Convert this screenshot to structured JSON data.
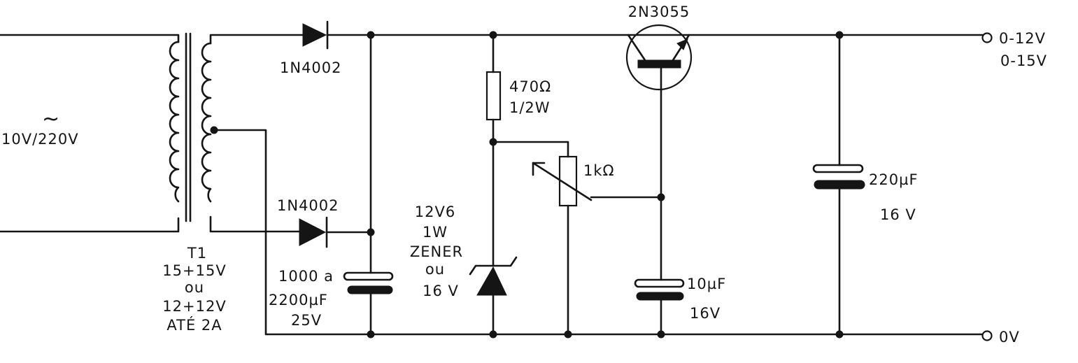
{
  "colors": {
    "ink": "#151515",
    "paper": "#ffffff"
  },
  "labels": {
    "source_symbol": "~",
    "source_voltage": "10V/220V",
    "transformer_name": "T1",
    "transformer_spec_1": "15+15V",
    "transformer_spec_2": "ou",
    "transformer_spec_3": "12+12V",
    "transformer_spec_4": "ATÉ 2A",
    "diode_top": "1N4002",
    "diode_bottom": "1N4002",
    "cap_main_1": "1000 a",
    "cap_main_2": "2200µF",
    "cap_main_3": "25V",
    "resistor_value": "470Ω",
    "resistor_power": "1/2W",
    "zener_1": "12V6",
    "zener_2": "1W",
    "zener_3": "ZENER",
    "zener_4": "ou",
    "zener_5": "16 V",
    "pot_value": "1kΩ",
    "transistor": "2N3055",
    "cap_base_value": "10µF",
    "cap_base_voltage": "16V",
    "cap_out_value": "220µF",
    "cap_out_voltage": "16 V",
    "out_1": "0-12V",
    "out_2": "0-15V",
    "ground": "0V"
  }
}
